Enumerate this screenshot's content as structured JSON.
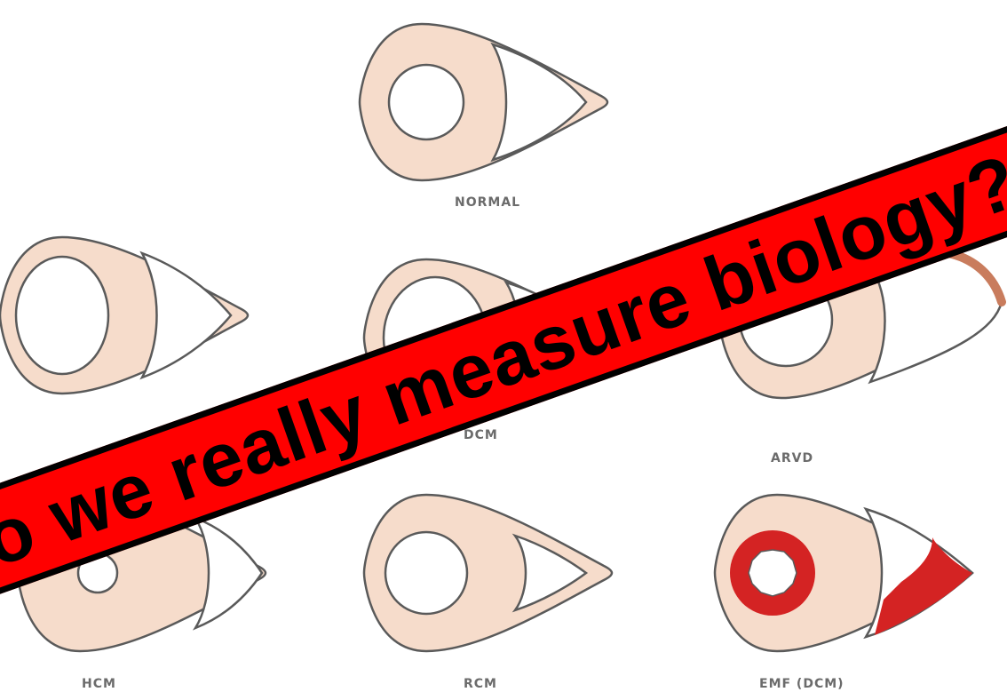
{
  "banner": {
    "text": "Do we really measure biology???"
  },
  "hearts": [
    {
      "id": "normal",
      "label": "NORMAL"
    },
    {
      "id": "dcm",
      "label": "DCM"
    },
    {
      "id": "arvd",
      "label": "ARVD"
    },
    {
      "id": "hcm",
      "label": "HCM"
    },
    {
      "id": "rcm",
      "label": "RCM"
    },
    {
      "id": "emf",
      "label": "EMF (DCM)"
    }
  ],
  "colors": {
    "myocardium": "#f6dccb",
    "outline": "#5a5a5a",
    "arvd_wall": "#c97c5d",
    "emf_fibrosis": "#d42323",
    "banner": "#ff0000"
  }
}
